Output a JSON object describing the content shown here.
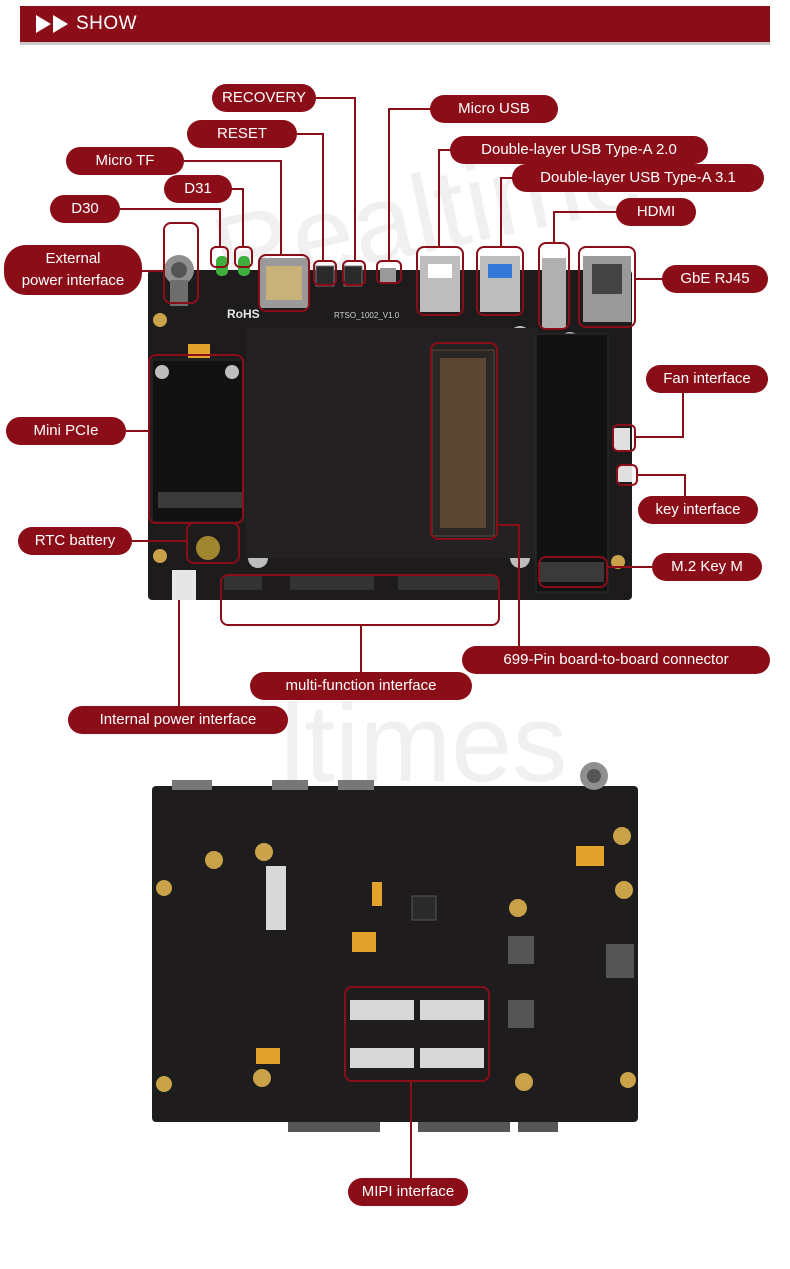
{
  "header": {
    "title": "SHOW"
  },
  "watermarks": {
    "top": "Realtime",
    "bottom": "ltimes"
  },
  "labels": {
    "recovery": "RECOVERY",
    "micro_usb": "Micro USB",
    "reset": "RESET",
    "usb20": "Double-layer USB Type-A 2.0",
    "micro_tf": "Micro TF",
    "usb31": "Double-layer USB Type-A 3.1",
    "d31": "D31",
    "d30": "D30",
    "hdmi": "HDMI",
    "ext_power_1": "External",
    "ext_power_2": "power interface",
    "gbe": "GbE RJ45",
    "fan": "Fan interface",
    "mini_pcie": "Mini PCIe",
    "key_if": "key interface",
    "rtc": "RTC battery",
    "m2": "M.2 Key M",
    "b2b": "699-Pin board-to-board connector",
    "multi": "multi-function interface",
    "int_power": "Internal power interface",
    "mipi": "MIPI  interface"
  },
  "board": {
    "silk_rohs": "RoHS",
    "silk_model": "RTSO_1002_V1.0"
  },
  "colors": {
    "accent": "#8b0d18",
    "pcb": "#1d1b1c",
    "pad": "#c9a24a"
  }
}
